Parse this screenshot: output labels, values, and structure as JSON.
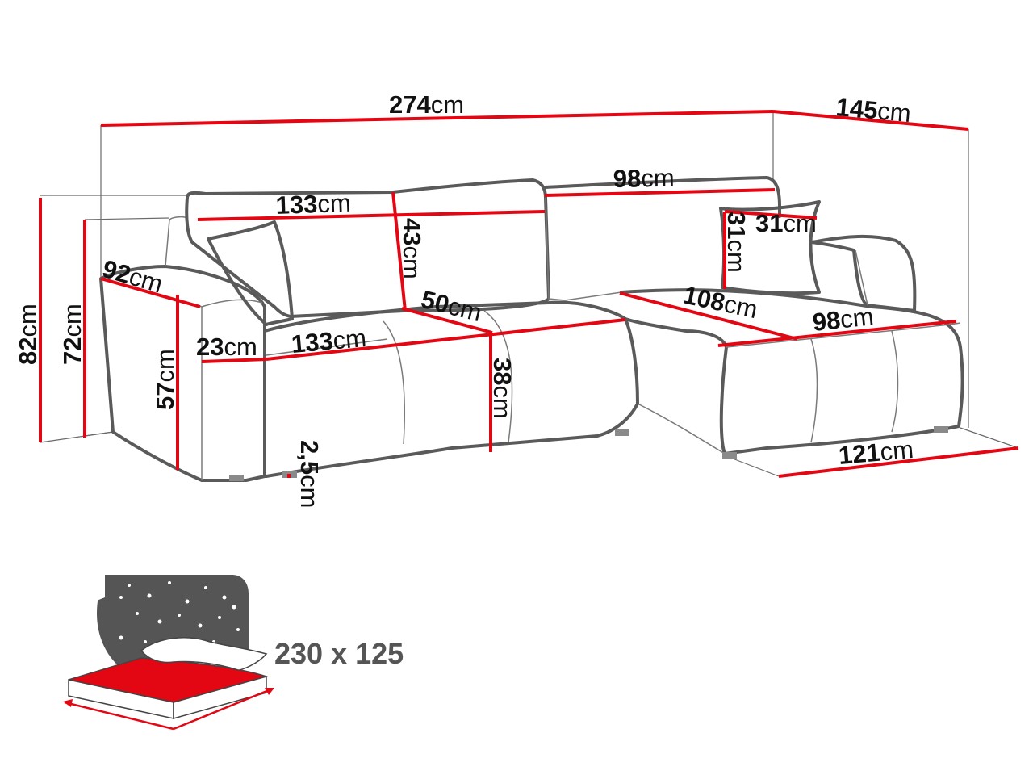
{
  "colors": {
    "dimension_line": "#e30613",
    "outline": "#5a5a5a",
    "bed_mattress": "#e30613",
    "night_panel": "#555555"
  },
  "icons": [
    "sofa-outline-drawing",
    "bed-function-icon",
    "stars-icon",
    "pillow-icon"
  ],
  "dimensions": {
    "overall_width": {
      "value": "274",
      "unit": "cm"
    },
    "chaise_depth_total": {
      "value": "145",
      "unit": "cm"
    },
    "backrest_left_width": {
      "value": "133",
      "unit": "cm"
    },
    "backrest_right_width": {
      "value": "98",
      "unit": "cm"
    },
    "back_cushion_height": {
      "value": "43",
      "unit": "cm"
    },
    "seat_depth": {
      "value": "50",
      "unit": "cm"
    },
    "seat_width": {
      "value": "133",
      "unit": "cm"
    },
    "armrest_depth": {
      "value": "92",
      "unit": "cm"
    },
    "armrest_width": {
      "value": "23",
      "unit": "cm"
    },
    "seat_height": {
      "value": "57",
      "unit": "cm"
    },
    "seat_cushion_height": {
      "value": "38",
      "unit": "cm"
    },
    "leg_height": {
      "value": "2,5",
      "unit": "cm"
    },
    "pillow_width": {
      "value": "31",
      "unit": "cm"
    },
    "pillow_height": {
      "value": "31",
      "unit": "cm"
    },
    "chaise_length": {
      "value": "108",
      "unit": "cm"
    },
    "chaise_width": {
      "value": "98",
      "unit": "cm"
    },
    "chaise_front_width": {
      "value": "121",
      "unit": "cm"
    },
    "total_height": {
      "value": "82",
      "unit": "cm"
    },
    "armrest_height": {
      "value": "72",
      "unit": "cm"
    }
  },
  "bed": {
    "sleeping_area": "230 x 125"
  }
}
